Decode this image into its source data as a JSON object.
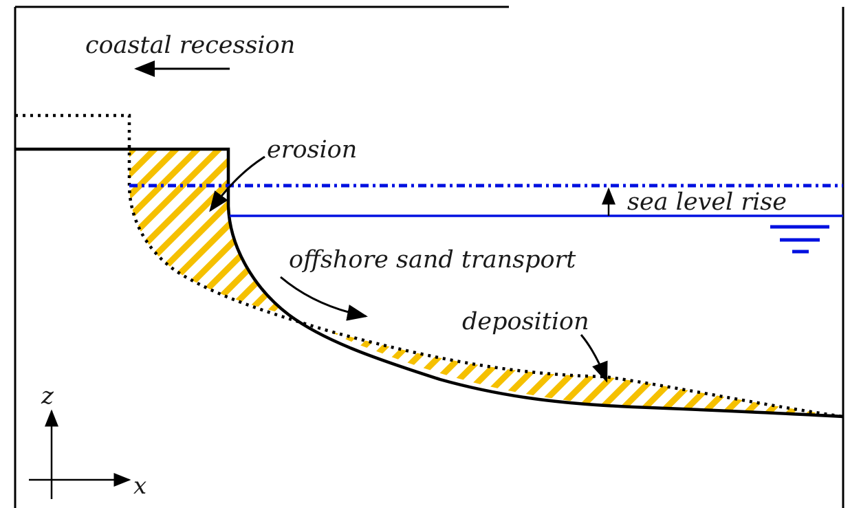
{
  "labels": {
    "coastal_recession": "coastal recession",
    "erosion": "erosion",
    "sea_level_rise": "sea level rise",
    "offshore_sand_transport": "offshore sand transport",
    "deposition": "deposition",
    "axis_z": "z",
    "axis_x": "x"
  },
  "colors": {
    "profile": "#000000",
    "sea_level": "#0010e0",
    "hatch": "#f5c000",
    "frame": "#000000"
  },
  "icons": {
    "water_level_marker": "water-level-symbol"
  }
}
